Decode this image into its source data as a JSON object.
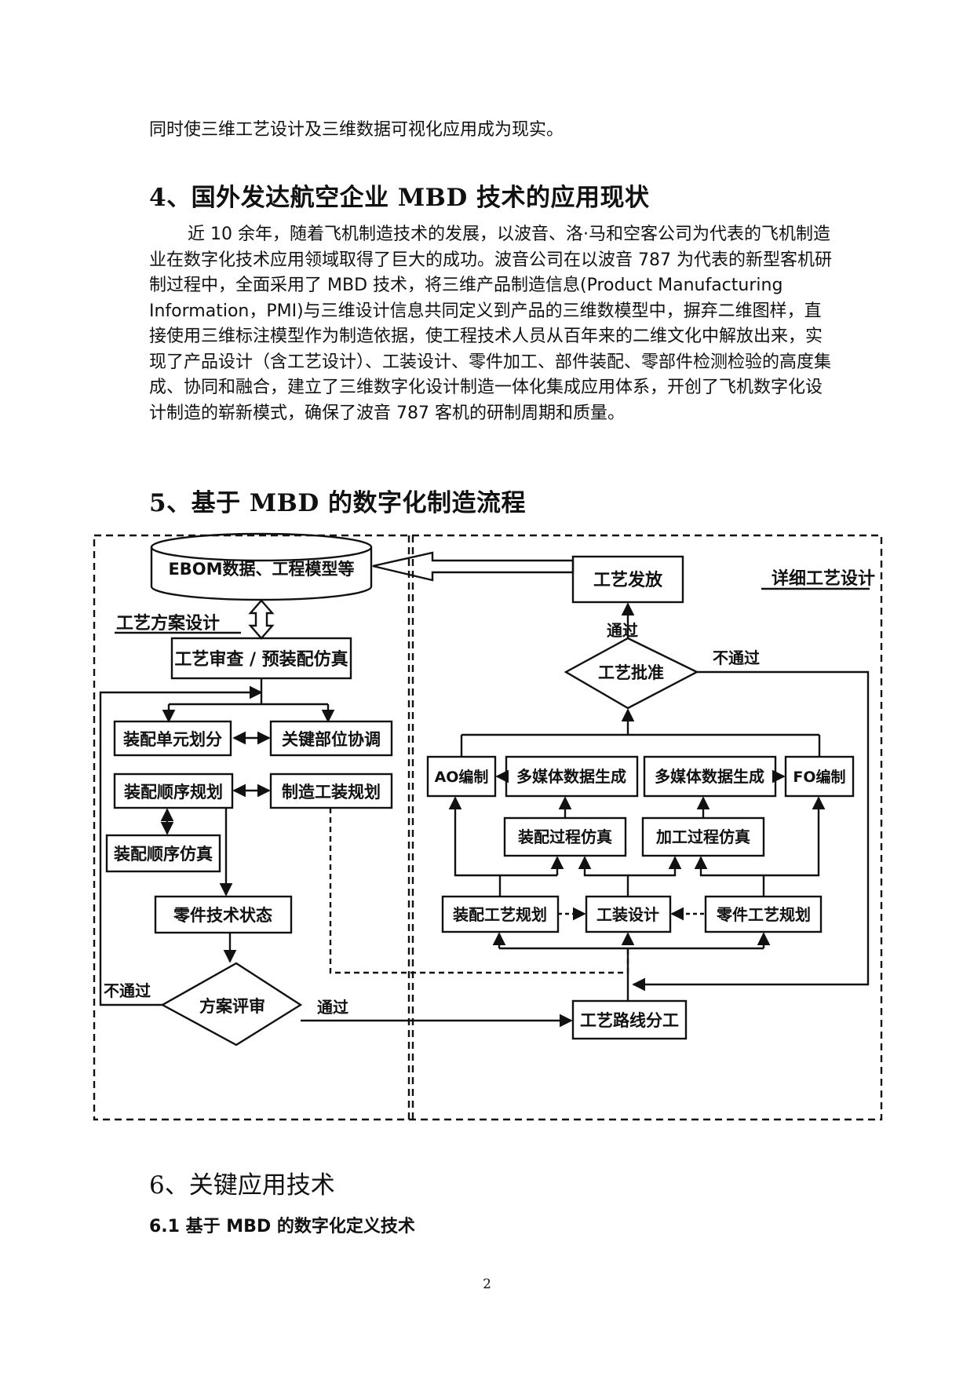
{
  "intro_line": "同时使三维工艺设计及三维数据可视化应用成为现实。",
  "section4": {
    "heading": "4、国外发达航空企业 MBD 技术的应用现状",
    "paragraph": "近 10 余年，随着飞机制造技术的发展，以波音、洛·马和空客公司为代表的飞机制造业在数字化技术应用领域取得了巨大的成功。波音公司在以波音 787 为代表的新型客机研制过程中，全面采用了 MBD 技术，将三维产品制造信息(Product Manufacturing Information，PMI)与三维设计信息共同定义到产品的三维数模型中，摒弃二维图样，直接使用三维标注模型作为制造依据，使工程技术人员从百年来的二维文化中解放出来，实现了产品设计（含工艺设计）、工装设计、零件加工、部件装配、零部件检测检验的高度集成、协同和融合，建立了三维数字化设计制造一体化集成应用体系，开创了飞机数字化设计制造的崭新模式，确保了波音 787 客机的研制周期和质量。"
  },
  "section5": {
    "heading": "5、基于 MBD 的数字化制造流程"
  },
  "flowchart": {
    "ebom": "EBOM数据、工程模型等",
    "left_title": "工艺方案设计",
    "right_title": "详细工艺设计",
    "review_sim": "工艺审查 / 预装配仿真",
    "unit_div": "装配单元划分",
    "key_coord": "关键部位协调",
    "seq_plan": "装配顺序规划",
    "tool_plan": "制造工装规划",
    "seq_sim": "装配顺序仿真",
    "part_state": "零件技术状态",
    "scheme_review": "方案评审",
    "route": "工艺路线分工",
    "release": "工艺发放",
    "approve": "工艺批准",
    "ao": "AO编制",
    "mm1": "多媒体数据生成",
    "mm2": "多媒体数据生成",
    "fo": "FO编制",
    "asm_sim": "装配过程仿真",
    "mach_sim": "加工过程仿真",
    "asm_plan": "装配工艺规划",
    "tool_design": "工装设计",
    "part_plan": "零件工艺规划",
    "pass": "通过",
    "fail": "不通过"
  },
  "section6": {
    "heading": "6、关键应用技术",
    "sub": "6.1 基于 MBD 的数字化定义技术"
  },
  "page_number": "2"
}
